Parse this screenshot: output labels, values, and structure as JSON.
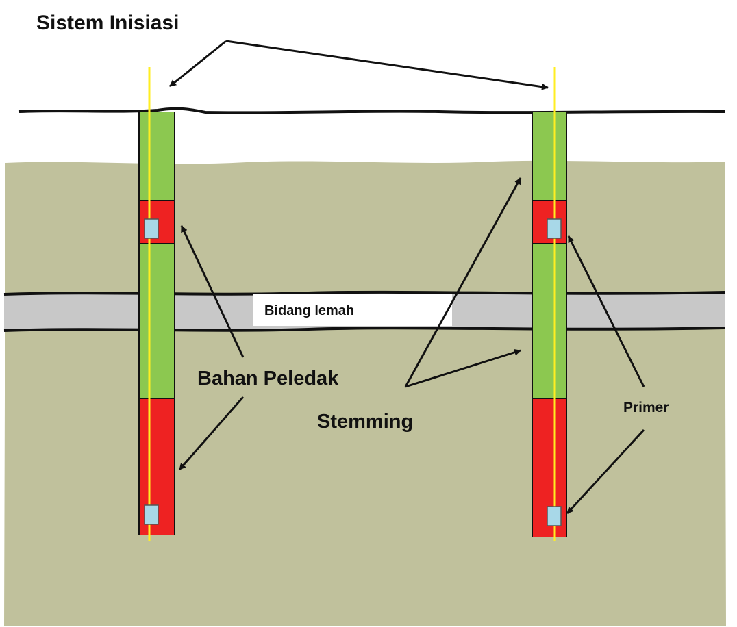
{
  "labels": {
    "initiation_system": "Sistem Inisiasi",
    "weak_plane": "Bidang lemah",
    "explosive": "Bahan Peledak",
    "stemming": "Stemming",
    "primer": "Primer"
  },
  "colors": {
    "ground": "#c0c19c",
    "weak_layer": "#c8c8c8",
    "stemming": "#8cc850",
    "explosive": "#ee2222",
    "primer": "#a8d8e8",
    "detonating_cord": "#ffee22",
    "outline": "#111111"
  }
}
